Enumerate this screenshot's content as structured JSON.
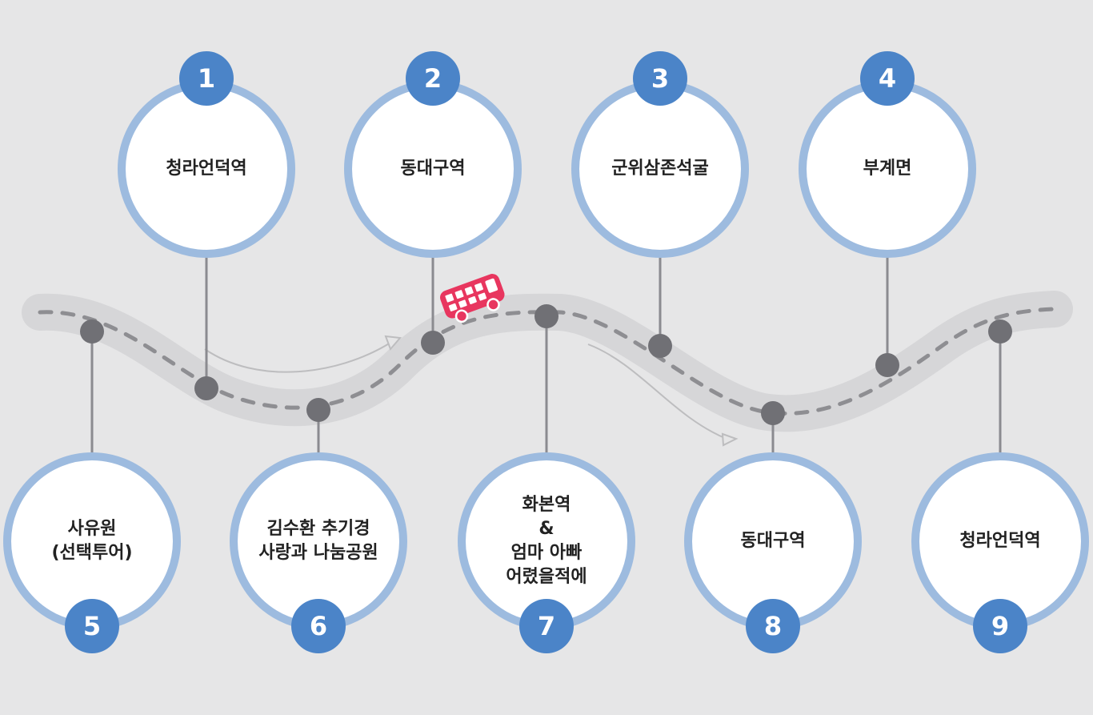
{
  "colors": {
    "background": "#e6e6e7",
    "road": "#d6d6d8",
    "road_dash": "#8e8e92",
    "connector": "#8b8b90",
    "node": "#707075",
    "circle_border": "#9dbbdf",
    "badge": "#4b84c8",
    "bus": "#e8365f",
    "arrow": "#bdbdbf"
  },
  "stops": [
    {
      "number": "1",
      "name": "청라언덕역"
    },
    {
      "number": "2",
      "name": "동대구역"
    },
    {
      "number": "3",
      "name": "군위삼존석굴"
    },
    {
      "number": "4",
      "name": "부계면"
    },
    {
      "number": "5",
      "name": "사유원\n(선택투어)"
    },
    {
      "number": "6",
      "name": "김수환 추기경\n사랑과 나눔공원"
    },
    {
      "number": "7",
      "name": "화본역\n&\n엄마 아빠\n어렸을적에"
    },
    {
      "number": "8",
      "name": "동대구역"
    },
    {
      "number": "9",
      "name": "청라언덕역"
    }
  ],
  "icons": {
    "vehicle": "bus-icon",
    "direction": "arrow-icon"
  }
}
